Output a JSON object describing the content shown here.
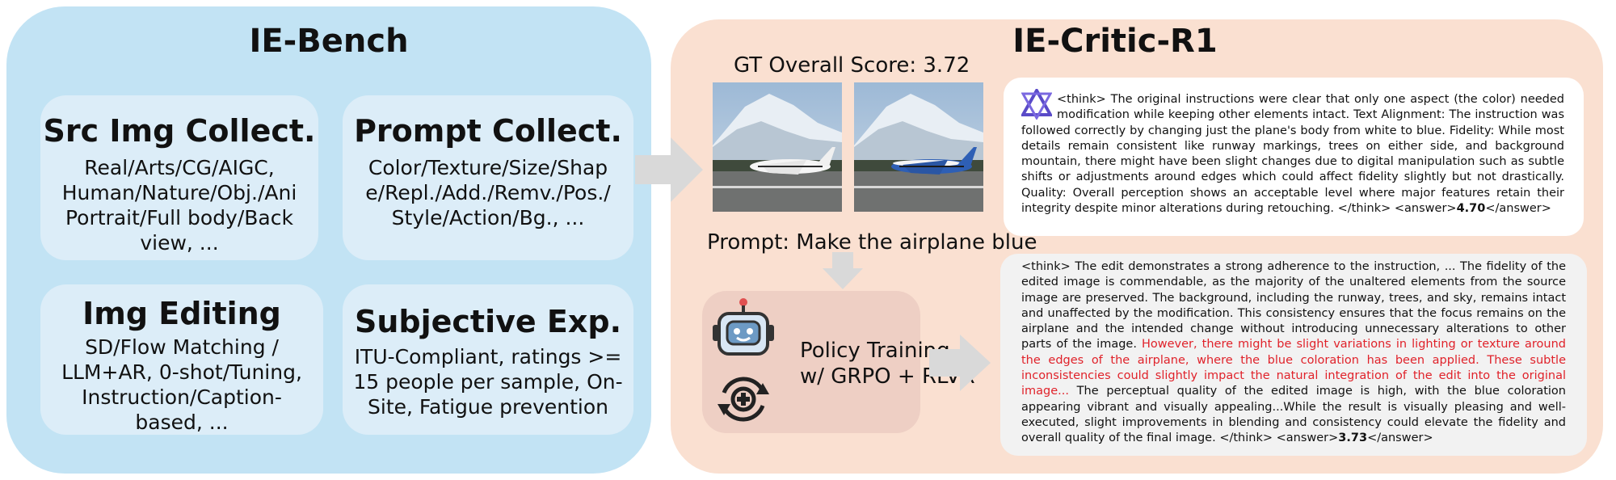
{
  "left": {
    "title": "IE-Bench",
    "cards": [
      {
        "title": "Src Img Collect.",
        "lines": [
          "Real/Arts/CG/AIGC,",
          "Human/Nature/Obj./Ani",
          "Portrait/Full body/Back",
          "view, ..."
        ]
      },
      {
        "title": "Prompt Collect.",
        "lines": [
          "Color/Texture/Size/Shap",
          "e/Repl./Add./Remv./Pos./",
          "Style/Action/Bg., ..."
        ]
      },
      {
        "title": "Img Editing",
        "lines": [
          "SD/Flow Matching /",
          "LLM+AR, 0-shot/Tuning,",
          "Instruction/Caption-",
          "based, ..."
        ]
      },
      {
        "title": "Subjective Exp.",
        "lines": [
          "ITU-Compliant, ratings >=",
          "15 people per sample, On-",
          "Site, Fatigue prevention"
        ]
      }
    ]
  },
  "right": {
    "title": "IE-Critic-R1",
    "gt_score": "GT Overall Score: 3.72",
    "prompt": "Prompt: Make the airplane blue",
    "policy_line1": "Policy Training",
    "policy_line2": "w/ GRPO + RLVR",
    "box1": {
      "text": "<think> The original instructions were clear that only one aspect (the color) needed modification while keeping other elements intact. Text Alignment: The instruction was followed correctly by changing just the plane's body from white to blue. Fidelity: While most details remain consistent like runway markings, trees on either side, and background mountain, there might have been slight changes due to digital manipulation such as subtle shifts or adjustments around edges which could affect fidelity slightly but not drastically. Quality: Overall perception shows an acceptable level where major features retain their integrity despite minor alterations during retouching. </think> <answer>",
      "score": "4.70",
      "tail": "</answer>"
    },
    "box2": {
      "text1": "<think> The edit demonstrates a strong adherence to the instruction, ... The fidelity of the edited image is commendable, as the majority of the unaltered elements from the source image are preserved. The background, including the runway, trees, and sky, remains intact and unaffected by the modification. This consistency ensures that the focus remains on the airplane and the intended change without introducing unnecessary alterations to other parts of the image. ",
      "red": "However, there might be slight variations in lighting or texture around the edges of the airplane, where the blue coloration has been applied. These subtle inconsistencies could slightly impact the natural integration of the edit into the original image...",
      "text2": " The perceptual quality of the edited image is high, with the blue coloration appearing vibrant and visually appealing...While the result is visually pleasing and well-executed, slight improvements in blending and consistency could elevate the fidelity and overall quality of the final image. </think> <answer>",
      "score": "3.73",
      "tail": "</answer>"
    }
  },
  "colors": {
    "left_panel": "#c2e3f4",
    "left_card": "#dcedf8",
    "right_panel": "#fae0d1",
    "policy_box": "#eecfc4",
    "highlight_red": "#e0222a",
    "arrow": "#d9d9d9"
  },
  "icons": [
    "logo-icon",
    "robot-icon",
    "cycle-gear-icon",
    "arrow-right-icon",
    "arrow-down-icon"
  ]
}
